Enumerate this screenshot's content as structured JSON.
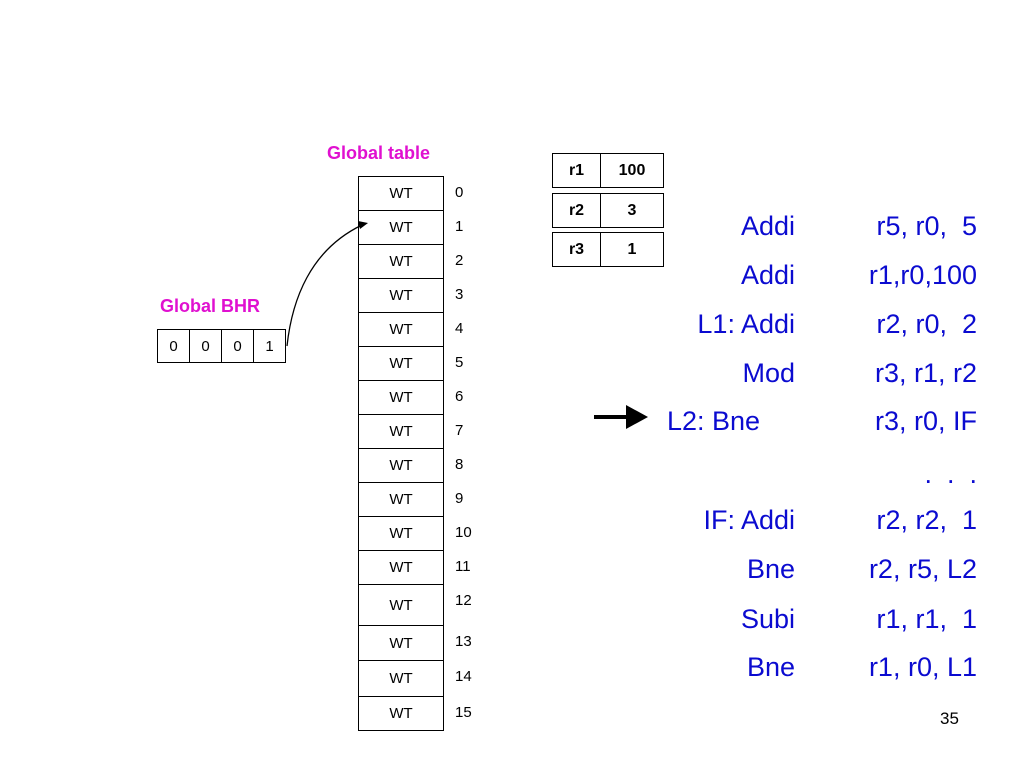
{
  "global_table": {
    "title": "Global table",
    "entries": [
      "WT",
      "WT",
      "WT",
      "WT",
      "WT",
      "WT",
      "WT",
      "WT",
      "WT",
      "WT",
      "WT",
      "WT",
      "WT",
      "WT",
      "WT",
      "WT"
    ],
    "indices": [
      "0",
      "1",
      "2",
      "3",
      "4",
      "5",
      "6",
      "7",
      "8",
      "9",
      "10",
      "11",
      "12",
      "13",
      "14",
      "15"
    ]
  },
  "global_bhr": {
    "title": "Global BHR",
    "bits": [
      "0",
      "0",
      "0",
      "1"
    ]
  },
  "registers": [
    {
      "name": "r1",
      "value": "100"
    },
    {
      "name": "r2",
      "value": "3"
    },
    {
      "name": "r3",
      "value": "1"
    }
  ],
  "code": [
    {
      "label": "Addi",
      "operands": "r5, r0,  5"
    },
    {
      "label": "Addi",
      "operands": "r1,r0,100"
    },
    {
      "label": "L1: Addi",
      "operands": "r2, r0,  2"
    },
    {
      "label": "Mod",
      "operands": "r3, r1, r2"
    },
    {
      "label": "L2: Bne",
      "operands": "r3, r0, IF"
    },
    {
      "label": "",
      "operands": ".  .  ."
    },
    {
      "label": "IF: Addi",
      "operands": "r2, r2,  1"
    },
    {
      "label": "Bne",
      "operands": "r2, r5, L2"
    },
    {
      "label": "Subi",
      "operands": "r1, r1,  1"
    },
    {
      "label": "Bne",
      "operands": "r1, r0, L1"
    }
  ],
  "page_number": "35",
  "colors": {
    "label_color": "#e010d0",
    "code_color": "#0b0bd0"
  }
}
